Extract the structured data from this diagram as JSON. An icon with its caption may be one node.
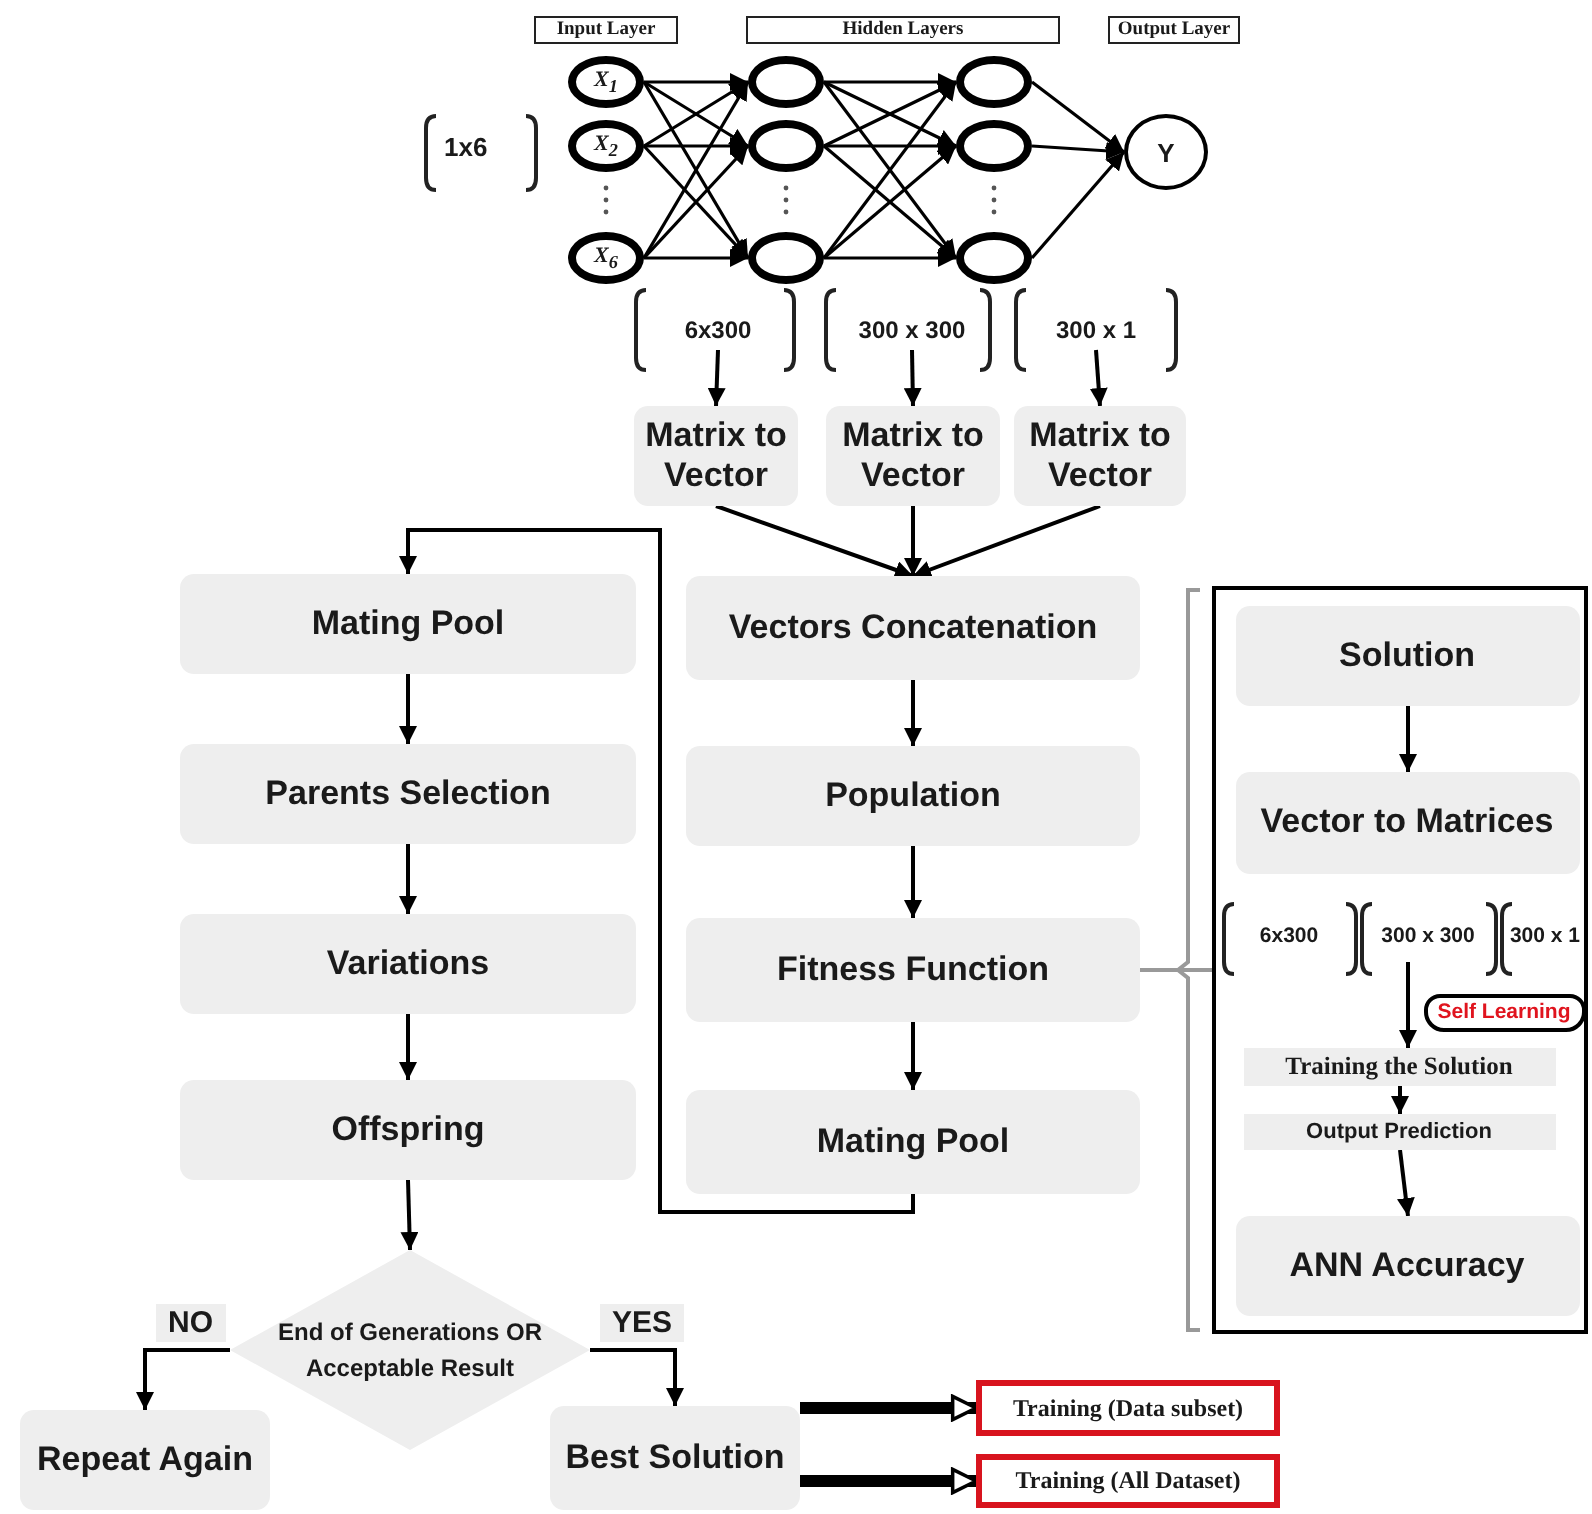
{
  "diagram": {
    "nodes": [
      {
        "text": [
          "Input Layer"
        ]
      },
      {
        "text": [
          "Hidden Layers"
        ]
      },
      {
        "text": [
          "Output Layer"
        ]
      },
      {
        "text": [
          "X$_{1}$"
        ]
      },
      {
        "text": [
          "X$_{2}$"
        ]
      },
      {
        "text": [
          "X$_{6}$"
        ]
      },
      {
        "text": [],
        "shape": "circle"
      },
      {
        "text": [],
        "shape": "circle"
      },
      {
        "text": [],
        "shape": "circle"
      },
      {
        "text": [],
        "shape": "circle"
      },
      {
        "text": [],
        "shape": "circle"
      },
      {
        "text": [],
        "shape": "circle"
      },
      {
        "text": [
          "Y"
        ]
      },
      {
        "text": [
          "6x300"
        ]
      },
      {
        "text": [
          "300 x 300"
        ]
      },
      {
        "text": [
          "300 x 1"
        ]
      },
      {
        "text": [
          "Matrix to Vector"
        ]
      },
      {
        "text": [
          "Matrix to Vector"
        ]
      },
      {
        "text": [
          "Matrix to Vector"
        ]
      },
      {
        "text": [
          "Mating Pool"
        ]
      },
      {
        "text": [
          "Parents Selection"
        ]
      },
      {
        "text": [
          "Variations"
        ]
      },
      {
        "text": [
          "Offspring"
        ]
      },
      {
        "text": [
          "Vectors Concatenation"
        ]
      },
      {
        "text": [
          "Population"
        ]
      },
      {
        "text": [
          "Fitness Function"
        ]
      },
      {
        "text": [
          "Mating Pool"
        ]
      },
      {
        "text": [
          "End of Generations OR Acceptable Result"
        ]
      },
      {
        "text": [
          "Repeat Again"
        ]
      },
      {
        "text": [
          "Best Solution"
        ]
      },
      {
        "text": [
          "Training (Data subset)"
        ]
      },
      {
        "text": [
          "Training (All Dataset)"
        ]
      },
      {
        "text": [],
        "shape": "box"
      },
      {
        "text": [
          "Solution"
        ],
        "in": 32
      },
      {
        "text": [
          "Vector to Matrices"
        ],
        "in": 32
      },
      {
        "text": [
          "6x300"
        ],
        "in": 32
      },
      {
        "text": [
          "300 x 300"
        ],
        "in": 32
      },
      {
        "text": [
          "300 x 1"
        ],
        "in": 32
      },
      {
        "text": [
          "Self Learning"
        ],
        "in": 32
      },
      {
        "text": [
          "Training the Solution"
        ],
        "in": 32
      },
      {
        "text": [
          "Output Prediction"
        ],
        "in": 32
      },
      {
        "text": [
          "ANN Accuracy"
        ],
        "in": 32
      }
    ],
    "edges": [
      {
        "from": 3,
        "to": 6,
        "arrow": "to"
      },
      {
        "from": 3,
        "to": 7,
        "arrow": "to"
      },
      {
        "from": 3,
        "to": 8,
        "arrow": "to"
      },
      {
        "from": 4,
        "to": 6,
        "arrow": "to"
      },
      {
        "from": 4,
        "to": 7,
        "arrow": "to"
      },
      {
        "from": 4,
        "to": 8,
        "arrow": "to"
      },
      {
        "from": 5,
        "to": 6,
        "arrow": "to"
      },
      {
        "from": 5,
        "to": 7,
        "arrow": "to"
      },
      {
        "from": 5,
        "to": 8,
        "arrow": "to"
      },
      {
        "from": 6,
        "to": 9,
        "arrow": "to"
      },
      {
        "from": 6,
        "to": 10,
        "arrow": "to"
      },
      {
        "from": 6,
        "to": 11,
        "arrow": "to"
      },
      {
        "from": 7,
        "to": 9,
        "arrow": "to"
      },
      {
        "from": 7,
        "to": 10,
        "arrow": "to"
      },
      {
        "from": 7,
        "to": 11,
        "arrow": "to"
      },
      {
        "from": 8,
        "to": 9,
        "arrow": "to"
      },
      {
        "from": 8,
        "to": 10,
        "arrow": "to"
      },
      {
        "from": 8,
        "to": 11,
        "arrow": "to"
      },
      {
        "from": 9,
        "to": 12,
        "arrow": "to"
      },
      {
        "from": 10,
        "to": 12,
        "arrow": "to"
      },
      {
        "from": 11,
        "to": 12,
        "arrow": "to"
      },
      {
        "from": 13,
        "to": 16,
        "arrow": "to"
      },
      {
        "from": 14,
        "to": 17,
        "arrow": "to"
      },
      {
        "from": 15,
        "to": 18,
        "arrow": "to"
      },
      {
        "from": 16,
        "to": 23,
        "arrow": "to"
      },
      {
        "from": 17,
        "to": 23,
        "arrow": "to"
      },
      {
        "from": 18,
        "to": 23,
        "arrow": "to"
      },
      {
        "from": 23,
        "to": 24,
        "arrow": "to"
      },
      {
        "from": 24,
        "to": 25,
        "arrow": "to"
      },
      {
        "from": 25,
        "to": 26,
        "arrow": "to"
      },
      {
        "from": 26,
        "to": 19,
        "arrow": "to"
      },
      {
        "from": 19,
        "to": 20,
        "arrow": "to"
      },
      {
        "from": 20,
        "to": 21,
        "arrow": "to"
      },
      {
        "from": 21,
        "to": 22,
        "arrow": "to"
      },
      {
        "from": 22,
        "to": 27,
        "arrow": "to"
      },
      {
        "from": 27,
        "to": 28,
        "arrow": "to",
        "label": "NO"
      },
      {
        "from": 27,
        "to": 29,
        "arrow": "to",
        "label": "YES"
      },
      {
        "from": 29,
        "to": 30,
        "arrow": "to",
        "style": "thick"
      },
      {
        "from": 29,
        "to": 31,
        "arrow": "to",
        "style": "thick"
      },
      {
        "from": 25,
        "to": 32,
        "arrow": "none",
        "color": "#999999"
      },
      {
        "from": 33,
        "to": 34,
        "arrow": "to"
      },
      {
        "from": 36,
        "to": 39,
        "arrow": "to"
      },
      {
        "from": 39,
        "to": 40,
        "arrow": "to"
      },
      {
        "from": 40,
        "to": 41,
        "arrow": "to"
      }
    ],
    "labels": [
      "1x6"
    ]
  }
}
